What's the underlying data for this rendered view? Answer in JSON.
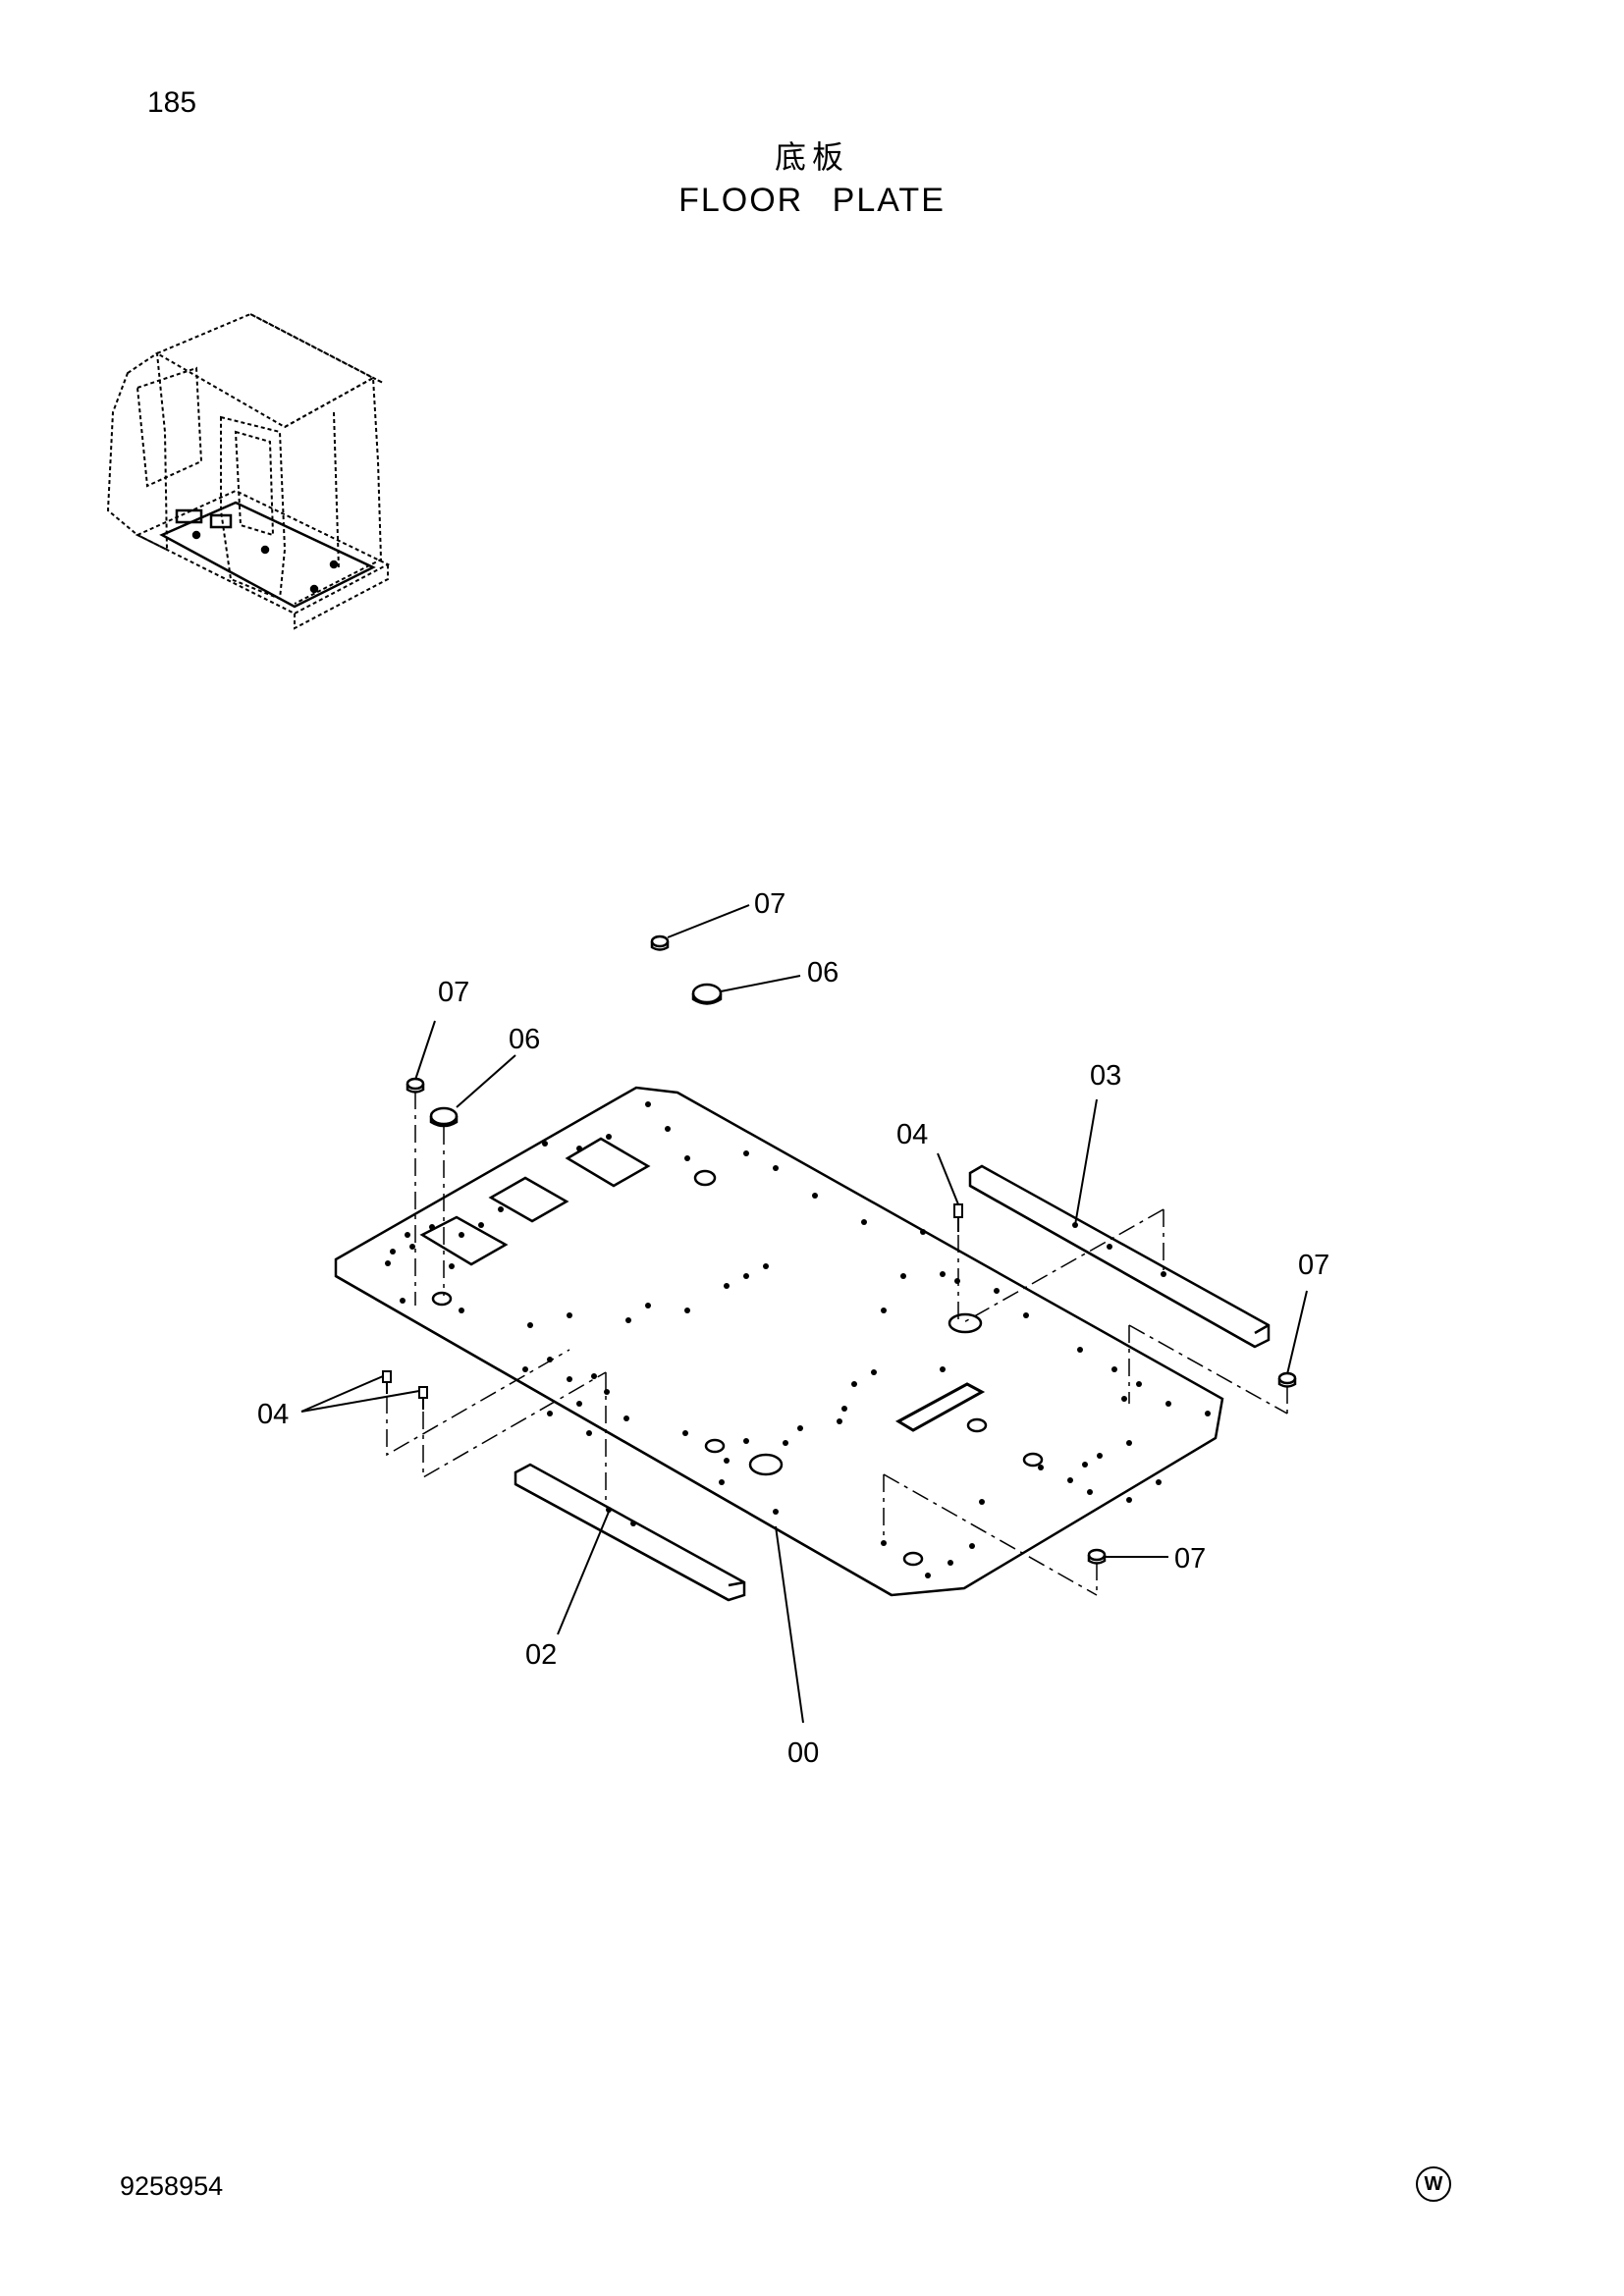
{
  "page": {
    "page_number": "185",
    "title_jp": "底板",
    "title_en": "FLOOR PLATE",
    "doc_number": "9258954",
    "publisher_mark": "W"
  },
  "callouts": {
    "c07_top": "07",
    "c06_top": "06",
    "c07_left": "07",
    "c06_left": "06",
    "c03": "03",
    "c04_mid": "04",
    "c07_right": "07",
    "c04_left": "04",
    "c07_bottom": "07",
    "c02": "02",
    "c00": "00"
  }
}
